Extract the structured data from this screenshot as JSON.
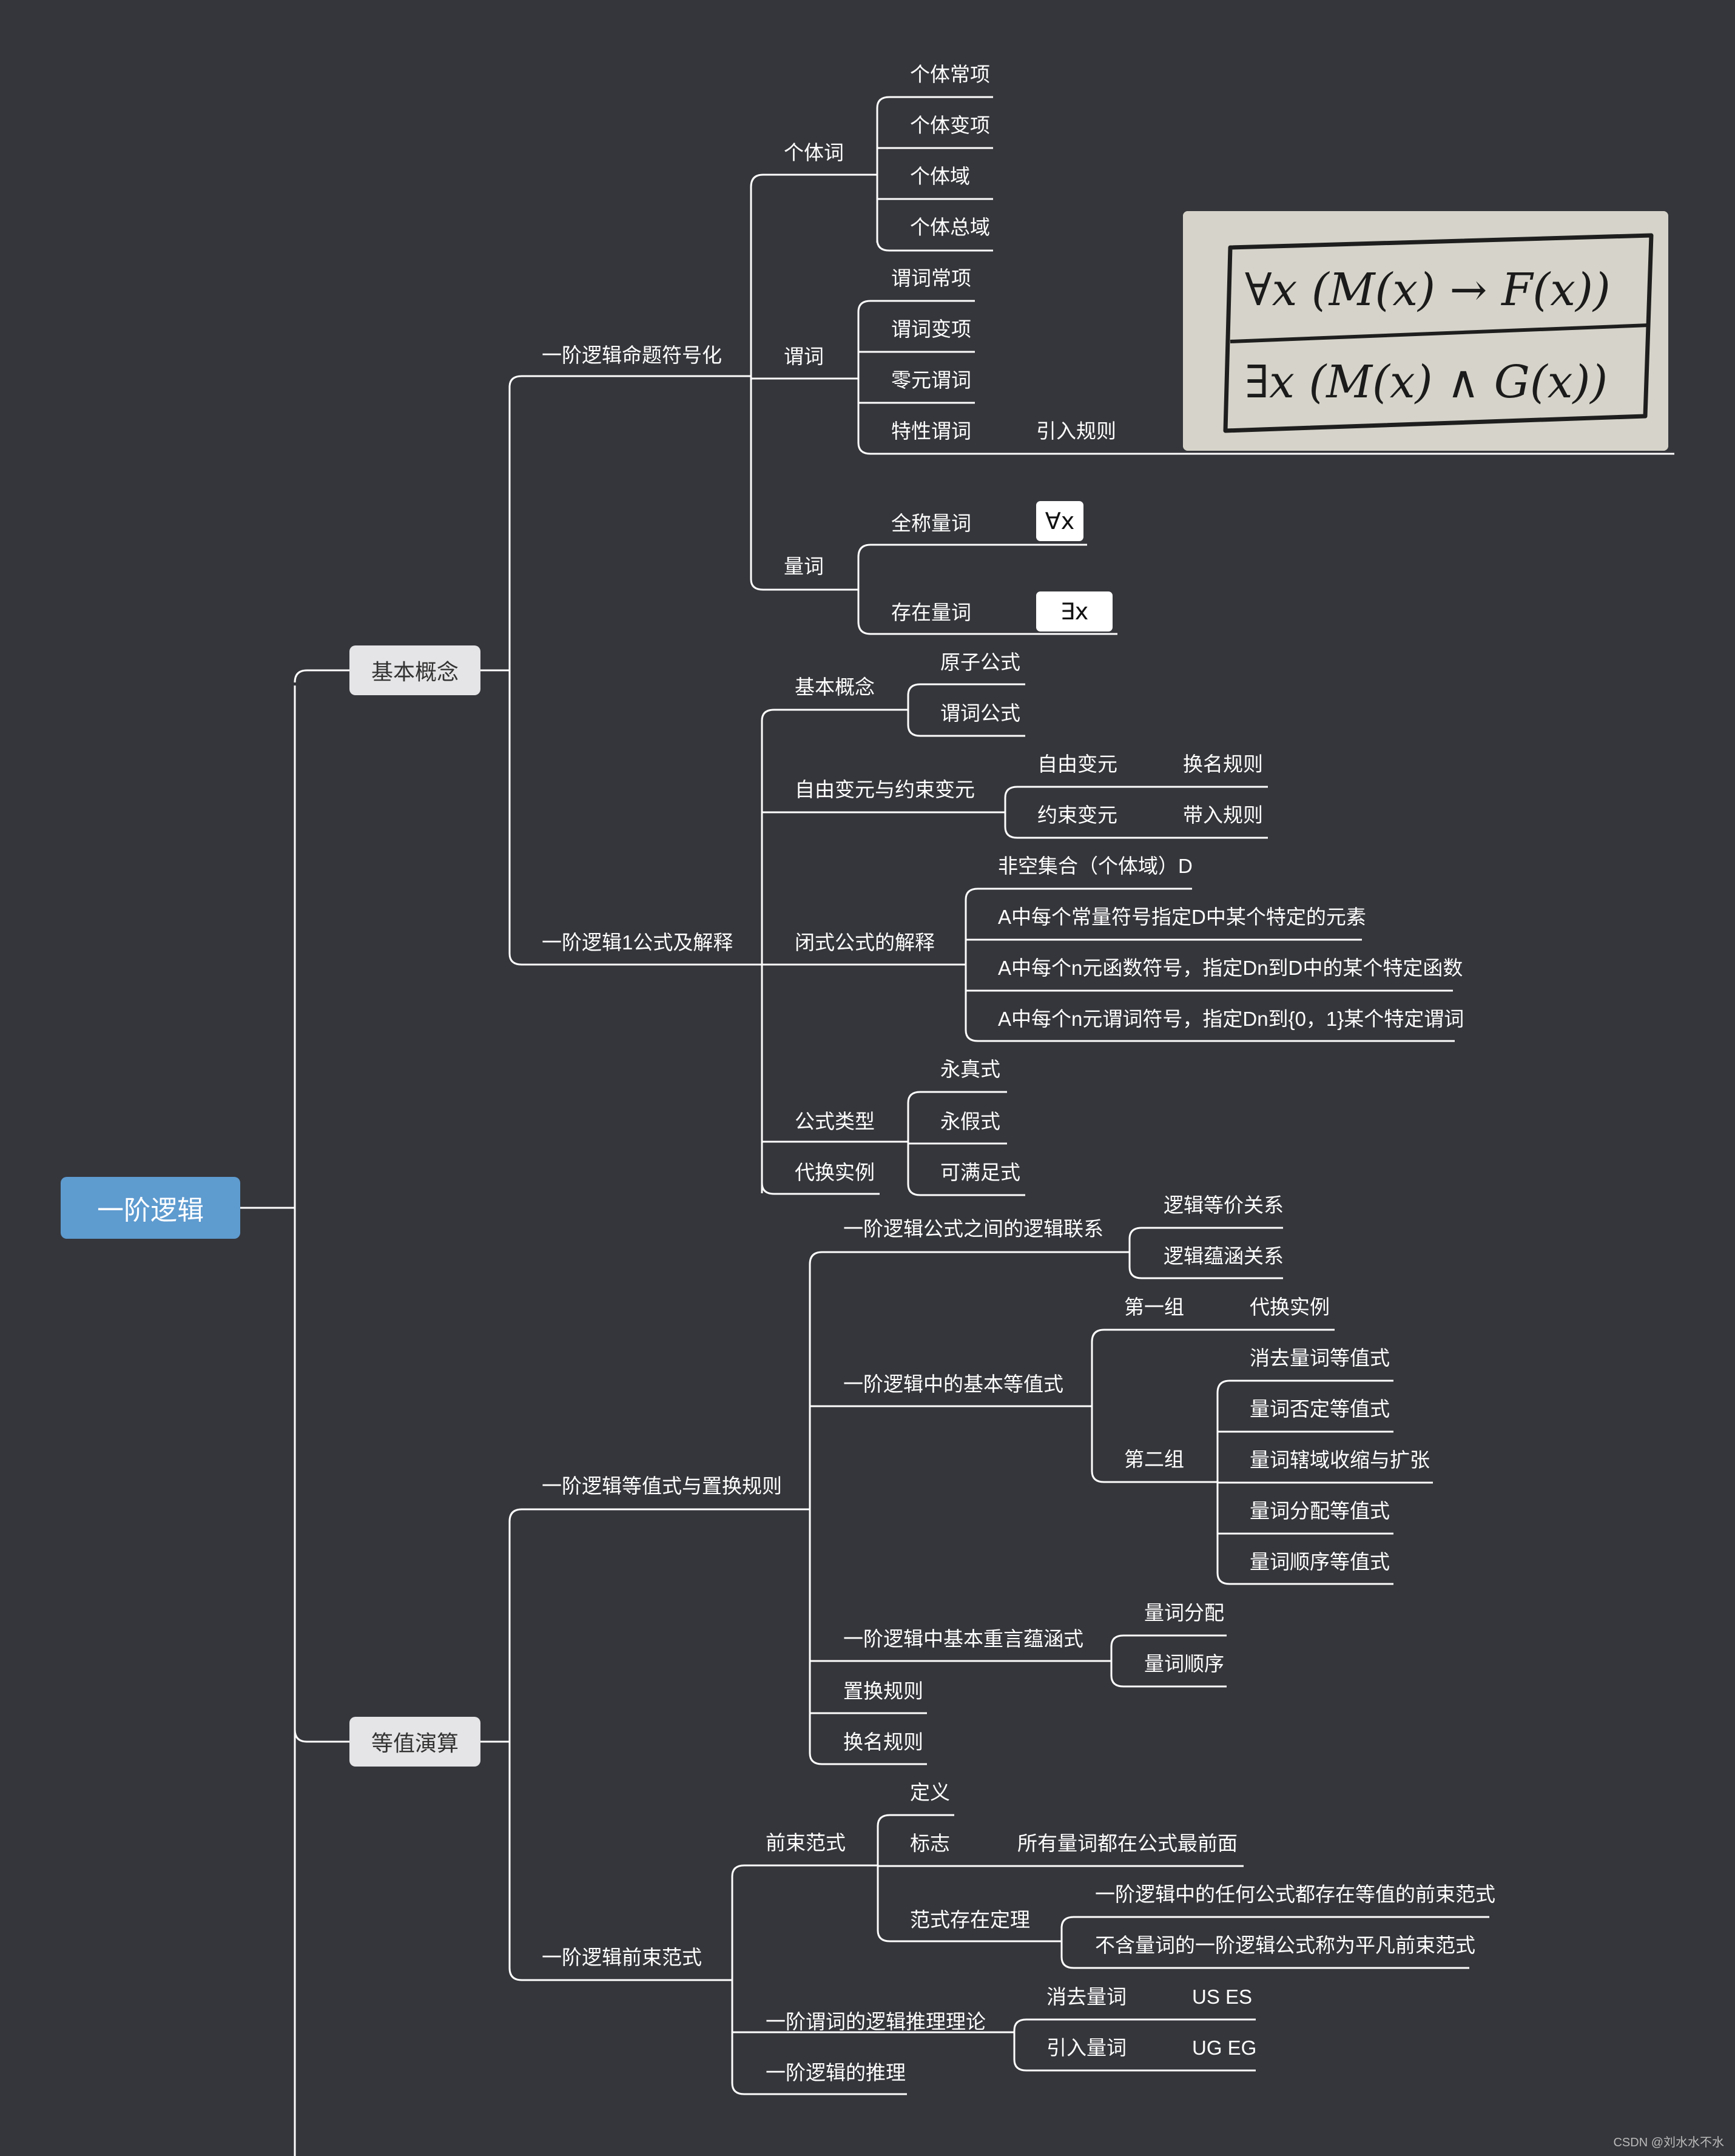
{
  "root": "一阶逻辑",
  "main_nodes": [
    "基本概念",
    "等值演算"
  ],
  "quantifier_boxes": [
    "∀x",
    "∃x"
  ],
  "note_image": {
    "line1": "∀x (M(x) → F(x))",
    "line2": "∃x (M(x) ∧ G(x))"
  },
  "credit": "CSDN @刘水水不水",
  "labels": [
    "一阶逻辑命题符号化",
    "个体词",
    "个体常项",
    "个体变项",
    "个体域",
    "个体总域",
    "谓词",
    "谓词常项",
    "谓词变项",
    "零元谓词",
    "特性谓词",
    "引入规则",
    "量词",
    "全称量词",
    "存在量词",
    "一阶逻辑1公式及解释",
    "基本概念",
    "原子公式",
    "谓词公式",
    "自由变元与约束变元",
    "自由变元",
    "换名规则",
    "约束变元",
    "带入规则",
    "闭式公式的解释",
    "非空集合（个体域）D",
    "A中每个常量符号指定D中某个特定的元素",
    "A中每个n元函数符号，指定Dn到D中的某个特定函数",
    "A中每个n元谓词符号，指定Dn到{0，1}某个特定谓词",
    "公式类型",
    "永真式",
    "永假式",
    "可满足式",
    "代换实例",
    "一阶逻辑等值式与置换规则",
    "一阶逻辑公式之间的逻辑联系",
    "逻辑等价关系",
    "逻辑蕴涵关系",
    "一阶逻辑中的基本等值式",
    "第一组",
    "代换实例",
    "第二组",
    "消去量词等值式",
    "量词否定等值式",
    "量词辖域收缩与扩张",
    "量词分配等值式",
    "量词顺序等值式",
    "一阶逻辑中基本重言蕴涵式",
    "量词分配",
    "量词顺序",
    "置换规则",
    "换名规则",
    "一阶逻辑前束范式",
    "前束范式",
    "定义",
    "标志",
    "所有量词都在公式最前面",
    "范式存在定理",
    "一阶逻辑中的任何公式都存在等值的前束范式",
    "不含量词的一阶逻辑公式称为平凡前束范式",
    "一阶谓词的逻辑推理理论",
    "消去量词",
    "US ES",
    "引入量词",
    "UG EG",
    "一阶逻辑的推理"
  ]
}
